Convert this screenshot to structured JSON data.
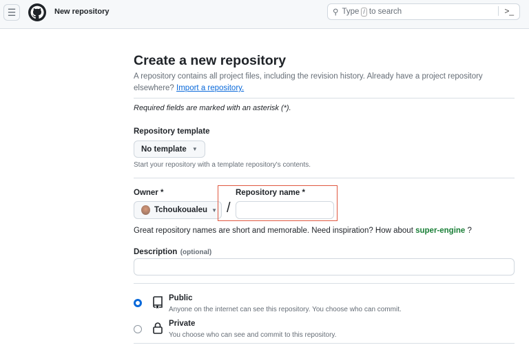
{
  "header": {
    "title": "New repository",
    "search_prefix": "Type",
    "search_key": "/",
    "search_suffix": "to search"
  },
  "main": {
    "title": "Create a new repository",
    "description": "A repository contains all project files, including the revision history. Already have a project repository elsewhere?",
    "import_link": "Import a repository.",
    "required_note": "Required fields are marked with an asterisk (*).",
    "template": {
      "label": "Repository template",
      "value": "No template",
      "help": "Start your repository with a template repository's contents."
    },
    "owner": {
      "label": "Owner *",
      "value": "Tchoukoualeu"
    },
    "separator": "/",
    "repo_name": {
      "label": "Repository name *",
      "value": ""
    },
    "suggestion": {
      "prefix": "Great repository names are short and memorable. Need inspiration? How about",
      "name": "super-engine",
      "suffix": "?"
    },
    "description_field": {
      "label": "Description",
      "optional": "(optional)",
      "value": ""
    },
    "visibility": [
      {
        "label": "Public",
        "help": "Anyone on the internet can see this repository. You choose who can commit.",
        "selected": true,
        "icon": "repo-icon"
      },
      {
        "label": "Private",
        "help": "You choose who can see and commit to this repository.",
        "selected": false,
        "icon": "lock-icon"
      }
    ],
    "highlight_color": "#e0573f",
    "accent_color": "#0969da"
  }
}
